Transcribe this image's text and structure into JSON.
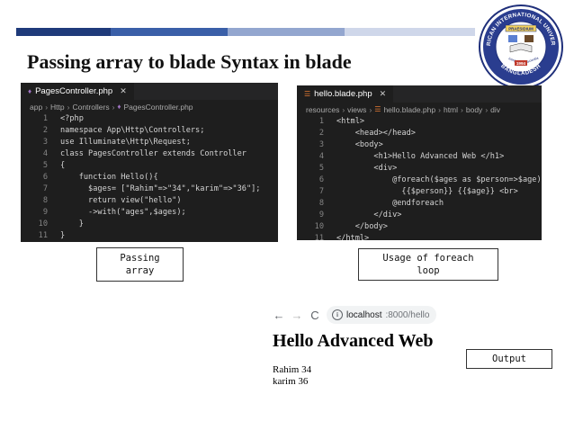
{
  "slide": {
    "title": "Passing array to blade Syntax in blade",
    "topbar_colors": [
      "#1f3a7a",
      "#3a5fa8",
      "#93a6cf",
      "#cfd7ea"
    ]
  },
  "seal": {
    "top_text": "AMERICAN INTERNATIONAL UNIVERSITY",
    "bottom_text": "BANGLADESH",
    "ribbon": "PRAESIDIUM",
    "left_word": "Integrity",
    "right_word": "Scientia",
    "year": "1994"
  },
  "editor_left": {
    "tab": "PagesController.php",
    "breadcrumbs": [
      "app",
      "Http",
      "Controllers",
      "PagesController.php"
    ],
    "lines": [
      {
        "n": "1",
        "t": "<?php"
      },
      {
        "n": "2",
        "t": "namespace App\\Http\\Controllers;"
      },
      {
        "n": "3",
        "t": "use Illuminate\\Http\\Request;"
      },
      {
        "n": "4",
        "t": "class PagesController extends Controller"
      },
      {
        "n": "5",
        "t": "{"
      },
      {
        "n": "6",
        "t": "    function Hello(){"
      },
      {
        "n": "7",
        "t": "      $ages= [\"Rahim\"=>\"34\",\"karim\"=>\"36\"];"
      },
      {
        "n": "8",
        "t": "      return view(\"hello\")"
      },
      {
        "n": "9",
        "t": "      ->with(\"ages\",$ages);"
      },
      {
        "n": "10",
        "t": "    }"
      },
      {
        "n": "11",
        "t": "}"
      }
    ]
  },
  "editor_right": {
    "tab": "hello.blade.php",
    "breadcrumbs": [
      "resources",
      "views",
      "hello.blade.php",
      "html",
      "body",
      "div"
    ],
    "lines": [
      {
        "n": "1",
        "t": "<html>"
      },
      {
        "n": "2",
        "t": "    <head></head>"
      },
      {
        "n": "3",
        "t": "    <body>"
      },
      {
        "n": "4",
        "t": "        <h1>Hello Advanced Web </h1>"
      },
      {
        "n": "5",
        "t": "        <div>"
      },
      {
        "n": "6",
        "t": "            @foreach($ages as $person=>$age)"
      },
      {
        "n": "7",
        "t": "              {{$person}} {{$age}} <br>"
      },
      {
        "n": "8",
        "t": "            @endforeach"
      },
      {
        "n": "9",
        "t": "        </div>"
      },
      {
        "n": "10",
        "t": "    </body>"
      },
      {
        "n": "11",
        "t": "</html>"
      }
    ]
  },
  "labels": {
    "passing_line1": "Passing",
    "passing_line2": "array",
    "foreach_line1": "Usage of foreach",
    "foreach_line2": "loop",
    "output": "Output"
  },
  "browser": {
    "back_icon": "←",
    "forward_icon": "→",
    "reload_icon": "C",
    "url_host": "localhost",
    "url_path": ":8000/hello"
  },
  "output": {
    "heading": "Hello Advanced Web",
    "lines": [
      "Rahim 34",
      "karim 36"
    ]
  }
}
